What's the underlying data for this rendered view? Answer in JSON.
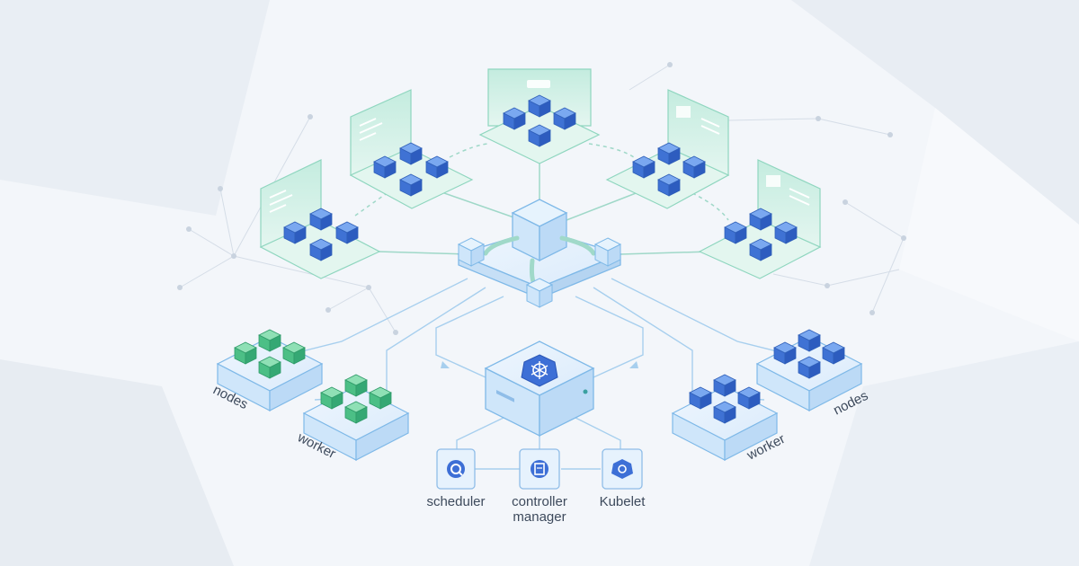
{
  "colors": {
    "background": "#f3f6fa",
    "cube_blue": "#4a7fe0",
    "cube_green": "#53c08c",
    "panel_teal": "#bfe9dc",
    "platform": "#dcecfb",
    "line": "#a9d4f0",
    "k8s_badge": "#3d6fd6"
  },
  "components": {
    "scheduler": "scheduler",
    "controller_line1": "controller",
    "controller_line2": "manager",
    "kubelet": "Kubelet"
  },
  "left_stack": {
    "top_label": "nodes",
    "bottom_label": "worker"
  },
  "right_stack": {
    "top_label": "nodes",
    "bottom_label": "worker"
  },
  "icons": {
    "control_plane": "kubernetes-helm-icon",
    "scheduler": "gear-search-icon",
    "controller": "controller-manager-icon",
    "kubelet": "kubelet-icon"
  }
}
